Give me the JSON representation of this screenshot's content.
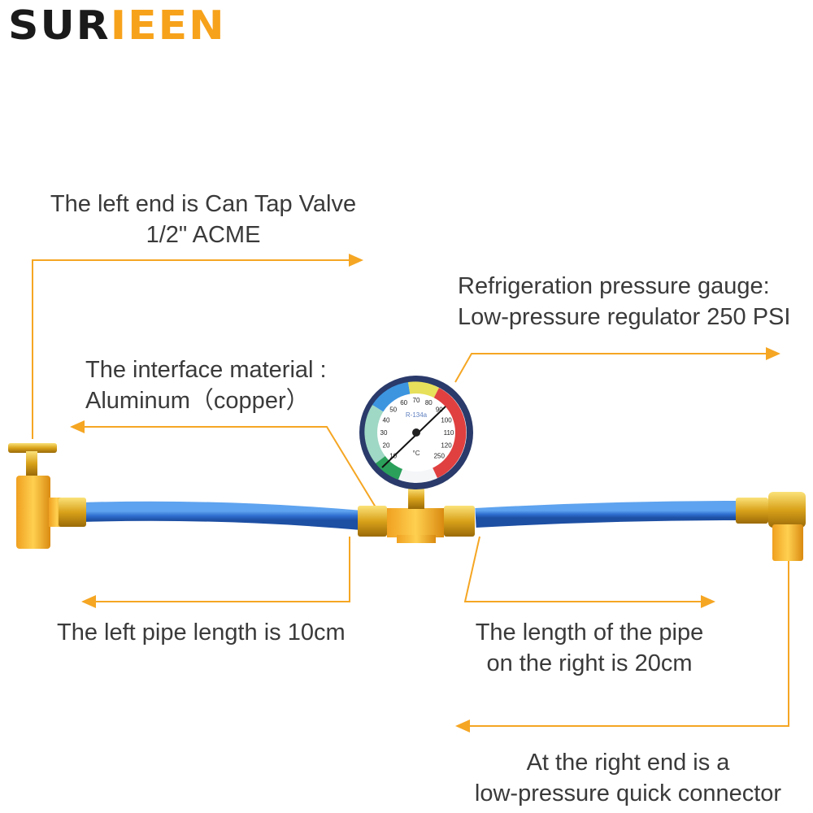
{
  "brand": {
    "part1": "SUR",
    "part2": "IEEN"
  },
  "callouts": {
    "left_end": {
      "line1": "The left end is Can Tap Valve",
      "line2": "1/2\" ACME"
    },
    "interface": {
      "line1": "The interface material :",
      "line2": "Aluminum（copper）"
    },
    "gauge": {
      "line1": "Refrigeration pressure gauge:",
      "line2": "Low-pressure regulator 250 PSI"
    },
    "left_pipe": {
      "line1": "The left pipe length is 10cm"
    },
    "right_pipe": {
      "line1": "The length of the pipe",
      "line2": "on the right is 20cm"
    },
    "right_end": {
      "line1": "At the right end is a",
      "line2": "low-pressure quick connector"
    }
  },
  "gauge_face": {
    "label": "R-134a",
    "unit": "°C",
    "ticks": [
      "10",
      "20",
      "30",
      "40",
      "50",
      "60",
      "70",
      "80",
      "90",
      "100",
      "110",
      "120",
      "250"
    ]
  },
  "colors": {
    "callout": "#f5a623",
    "hose": "#2f6fd0",
    "brass": "#e2a41c",
    "text": "#3a3a3a"
  }
}
